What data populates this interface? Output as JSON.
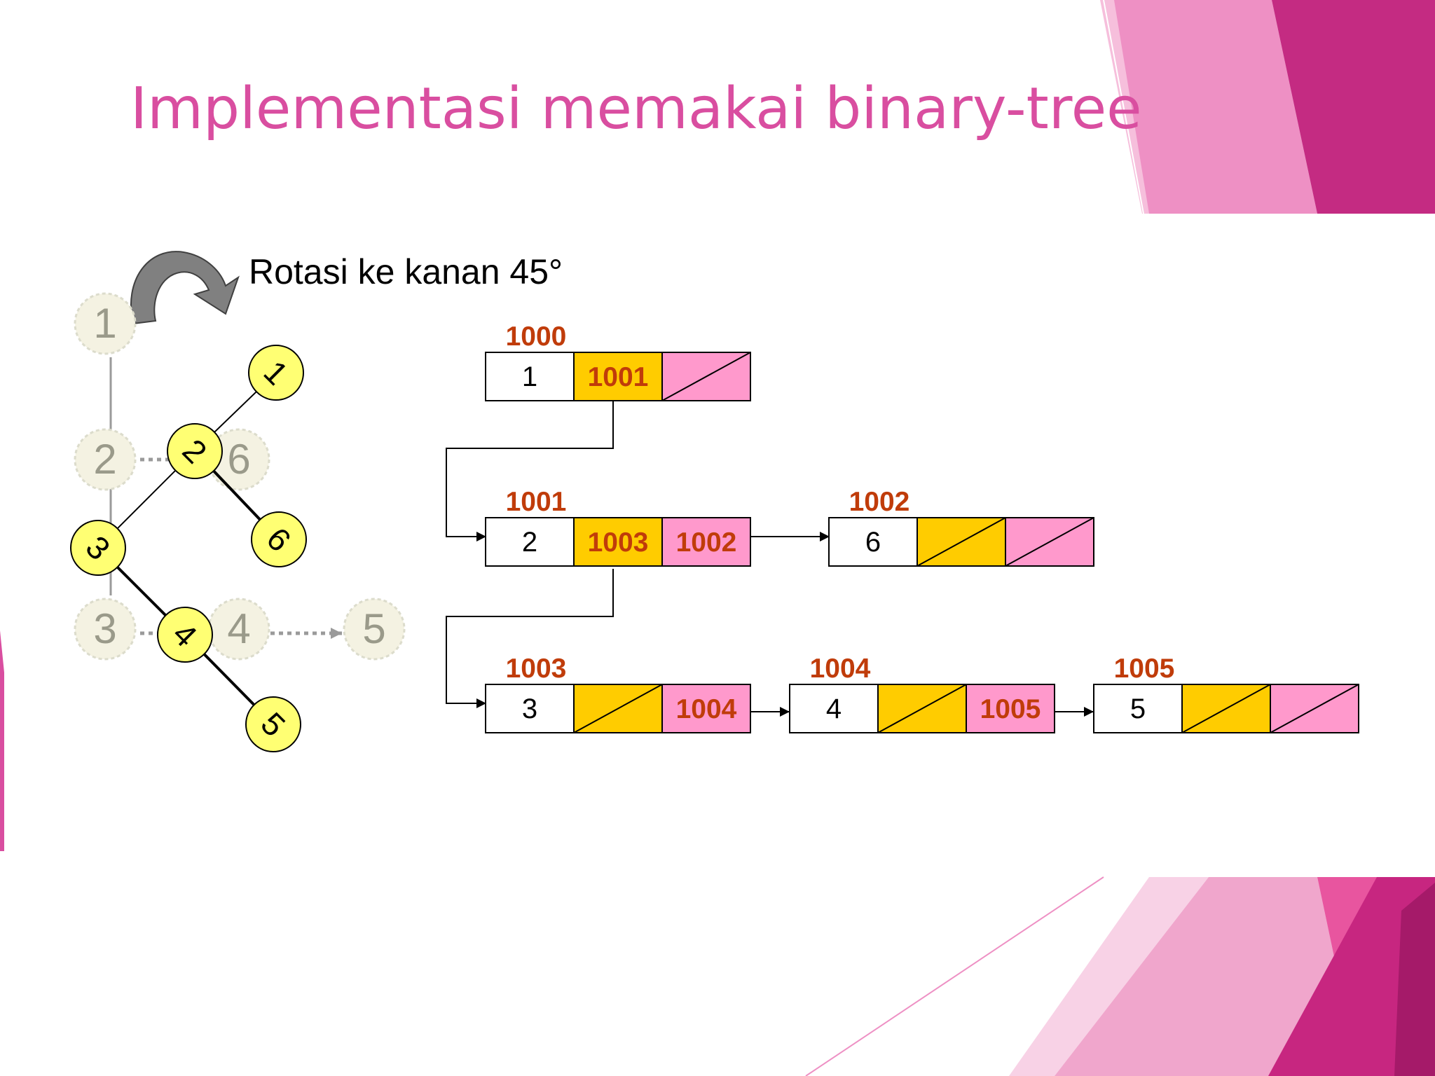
{
  "title": "Implementasi memakai binary-tree",
  "rotation_label": "Rotasi ke kanan 45°",
  "colors": {
    "title": "#d94ea0",
    "address": "#c03c0a",
    "node_fill": "#ffff73",
    "left_field": "#ffcc00",
    "right_field": "#ff99cc",
    "faded_node": "#f4f2e2",
    "faded_text": "#9a9a8a"
  },
  "general_tree": {
    "nodes": [
      "1",
      "2",
      "6",
      "3",
      "4",
      "5"
    ]
  },
  "binary_tree": {
    "nodes": [
      "1",
      "2",
      "6",
      "3",
      "4",
      "5"
    ]
  },
  "linked_nodes": [
    {
      "address": "1000",
      "value": "1",
      "left": "1001",
      "right": ""
    },
    {
      "address": "1001",
      "value": "2",
      "left": "1003",
      "right": "1002"
    },
    {
      "address": "1002",
      "value": "6",
      "left": "",
      "right": ""
    },
    {
      "address": "1003",
      "value": "3",
      "left": "",
      "right": "1004"
    },
    {
      "address": "1004",
      "value": "4",
      "left": "",
      "right": "1005"
    },
    {
      "address": "1005",
      "value": "5",
      "left": "",
      "right": ""
    }
  ]
}
